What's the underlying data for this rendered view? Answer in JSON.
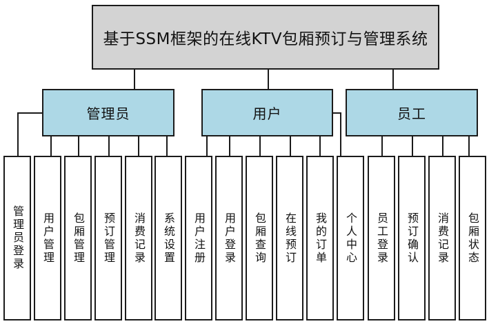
{
  "title": "基于SSM框架的在线KTV包厢预订与管理系统",
  "groups": [
    {
      "label": "管理员",
      "children": [
        "管理员登录",
        "用户管理",
        "包厢管理",
        "预订管理",
        "消费记录",
        "系统设置"
      ]
    },
    {
      "label": "用户",
      "children": [
        "用户注册",
        "用户登录",
        "包厢查询",
        "在线预订",
        "我的订单",
        "个人中心"
      ]
    },
    {
      "label": "员工",
      "children": [
        "员工登录",
        "预订确认",
        "消费记录",
        "包厢状态"
      ]
    }
  ],
  "colors": {
    "title_bg": "#d3d3d3",
    "group_bg": "#add8e6",
    "leaf_bg": "#ffffff",
    "border": "#1a1a1a",
    "line": "#1a1a1a",
    "text": "#111111"
  }
}
